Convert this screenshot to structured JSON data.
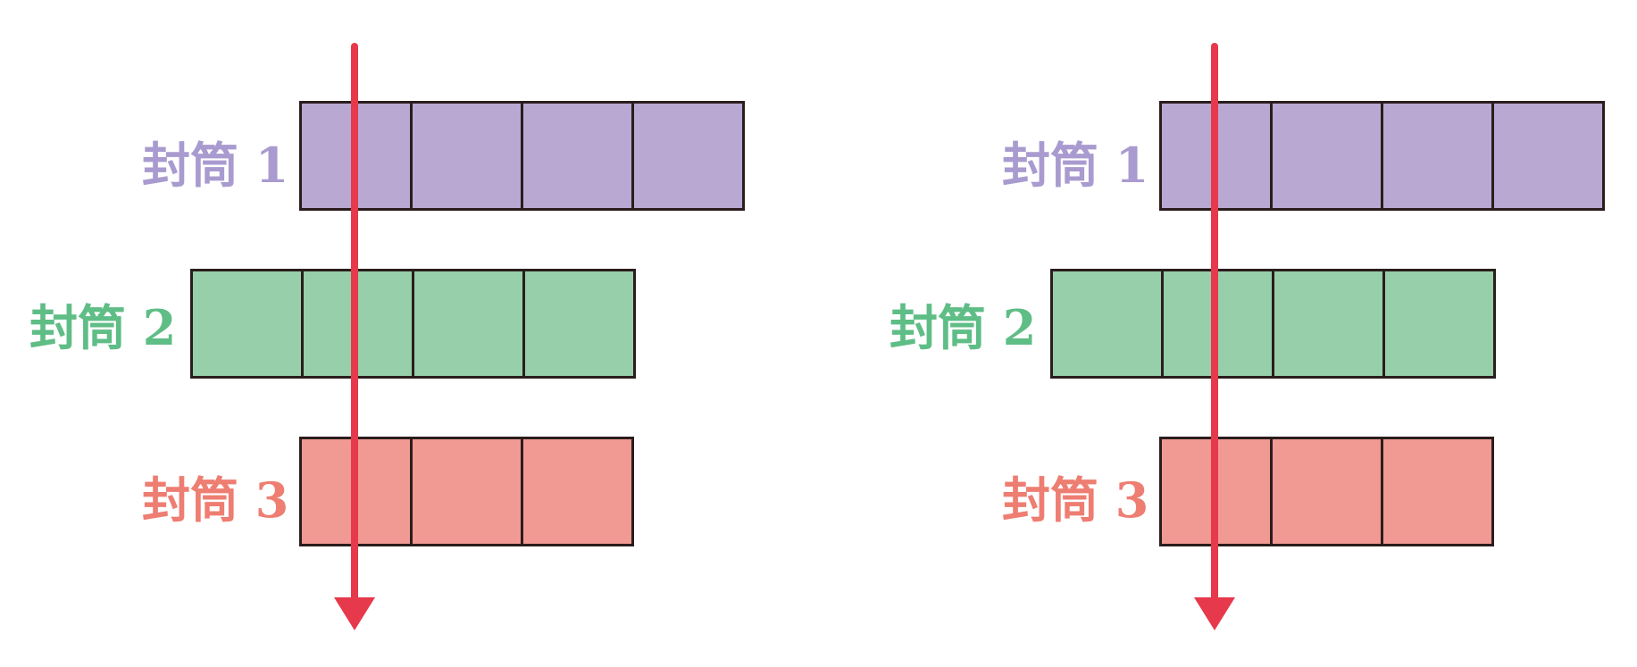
{
  "colors": {
    "envelope_1": "#b8a8d2",
    "envelope_2": "#96cfaa",
    "envelope_3": "#f19993",
    "label_1": "#a99bcf",
    "label_2": "#5fbd86",
    "label_3": "#ee7d72",
    "border": "#2b1d1d",
    "arrow": "#e6394b"
  },
  "panels": [
    {
      "envelopes": [
        {
          "label": "封筒 1",
          "cells": 4
        },
        {
          "label": "封筒 2",
          "cells": 4
        },
        {
          "label": "封筒 3",
          "cells": 3
        }
      ]
    },
    {
      "envelopes": [
        {
          "label": "封筒 1",
          "cells": 4
        },
        {
          "label": "封筒 2",
          "cells": 4
        },
        {
          "label": "封筒 3",
          "cells": 3
        }
      ]
    }
  ]
}
